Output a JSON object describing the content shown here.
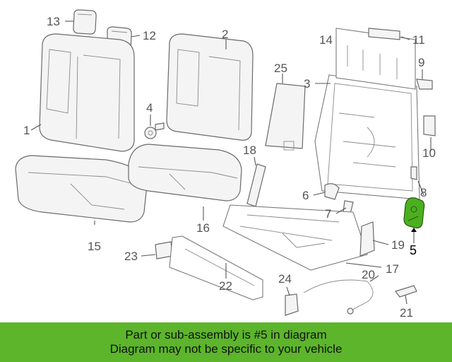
{
  "diagram": {
    "callouts": [
      "1",
      "2",
      "3",
      "4",
      "5",
      "6",
      "7",
      "8",
      "9",
      "10",
      "11",
      "12",
      "13",
      "14",
      "15",
      "16",
      "17",
      "18",
      "19",
      "20",
      "21",
      "22",
      "23",
      "24",
      "25"
    ],
    "highlighted_part": "5",
    "highlight_color": "#4caf1f"
  },
  "banner": {
    "line1": "Part or sub-assembly is #5 in diagram",
    "line2": "Diagram may not be specific to your vehicle",
    "background": "#5cb52b"
  }
}
